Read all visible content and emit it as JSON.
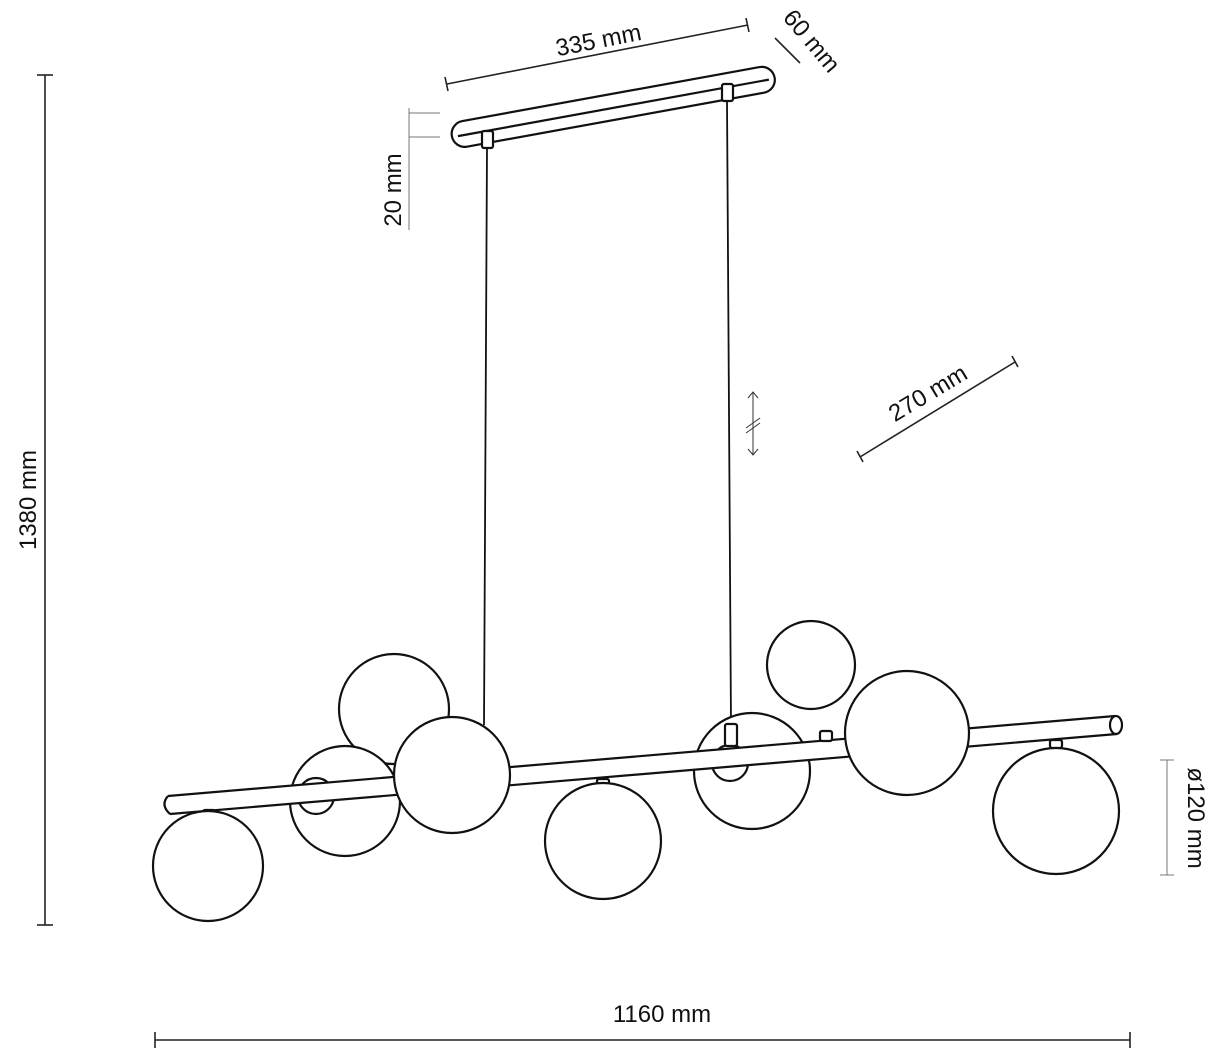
{
  "dimensions": {
    "height_total": "1380 mm",
    "width_total": "1160 mm",
    "canopy_length": "335 mm",
    "canopy_width": "60 mm",
    "canopy_height": "20 mm",
    "depth": "270 mm",
    "globe_diameter": "ø120 mm"
  }
}
